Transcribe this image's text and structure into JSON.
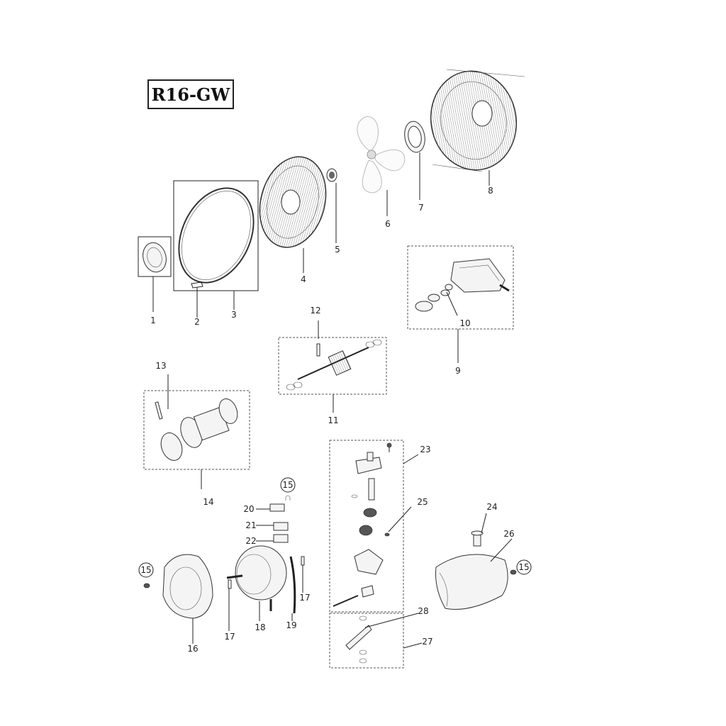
{
  "title": "R16-GW",
  "callouts": [
    "1",
    "2",
    "3",
    "4",
    "5",
    "6",
    "7",
    "8",
    "9",
    "10",
    "11",
    "12",
    "13",
    "14",
    "15",
    "16",
    "17",
    "18",
    "19",
    "20",
    "21",
    "22",
    "23",
    "24",
    "25",
    "26",
    "27",
    "28"
  ],
  "icons": [
    "front-grille",
    "rear-grille",
    "fan-blade",
    "spinner",
    "blade-hub",
    "ring-clip",
    "gear-box",
    "motor",
    "base-cover"
  ]
}
